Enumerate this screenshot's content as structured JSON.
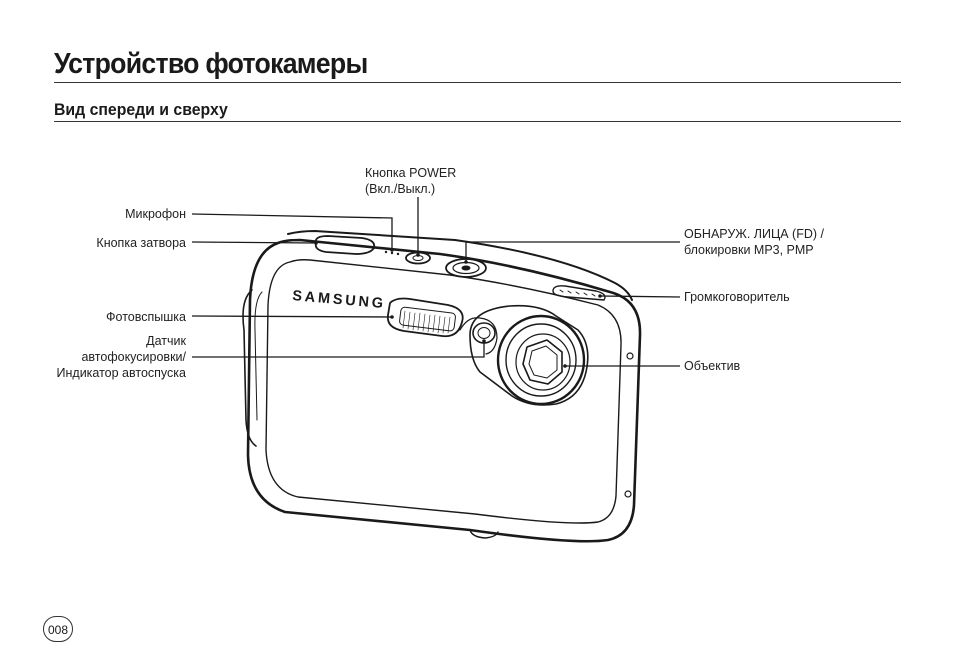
{
  "header": {
    "title": "Устройство фотокамеры",
    "subtitle": "Вид спереди и сверху"
  },
  "camera": {
    "brand": "SAMSUNG"
  },
  "labels": {
    "power_line1": "Кнопка POWER",
    "power_line2": "(Вкл./Выкл.)",
    "microphone": "Микрофон",
    "shutter": "Кнопка затвора",
    "fd_line1": "ОБНАРУЖ. ЛИЦА (FD) /",
    "fd_line2": "блокировки MP3, PMP",
    "speaker": "Громкоговоритель",
    "flash": "Фотовспышка",
    "af_line1": "Датчик",
    "af_line2": "автофокусировки/",
    "af_line3": "Индикатор автоспуска",
    "lens": "Объектив"
  },
  "footer": {
    "page_number": "008"
  }
}
